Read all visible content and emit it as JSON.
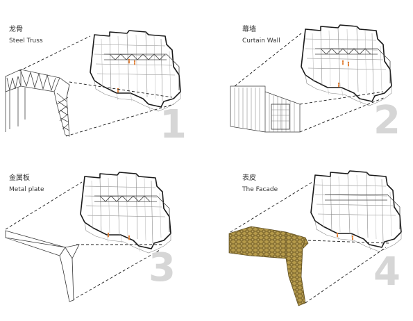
{
  "panels": [
    {
      "number": "1",
      "label_zh": "龙骨",
      "label_en": "Steel Truss"
    },
    {
      "number": "2",
      "label_zh": "幕墙",
      "label_en": "Curtain Wall"
    },
    {
      "number": "3",
      "label_zh": "金属板",
      "label_en": "Metal plate"
    },
    {
      "number": "4",
      "label_zh": "表皮",
      "label_en": "The Facade"
    }
  ],
  "colors": {
    "number_gray": "#d6d6d6",
    "people_orange": "#e07a2e",
    "facade_gold": "#b59a4a"
  }
}
